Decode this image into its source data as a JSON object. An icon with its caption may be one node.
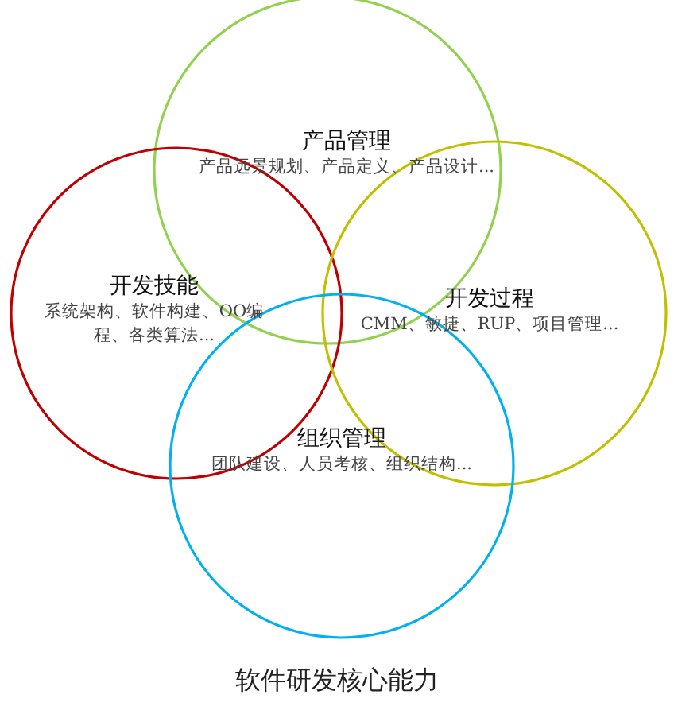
{
  "diagram": {
    "title": "软件研发核心能力",
    "nodes": [
      {
        "text": [
          "产品管理",
          "产品远景规划、产品定义、产品设计..."
        ]
      },
      {
        "text": [
          "开发技能",
          "系统架构、软件构建、OO编程、各类算法..."
        ]
      },
      {
        "text": [
          "开发过程",
          "CMM、敏捷、RUP、项目管理..."
        ]
      },
      {
        "text": [
          "组织管理",
          "团队建设、人员考核、组织结构..."
        ]
      }
    ]
  }
}
